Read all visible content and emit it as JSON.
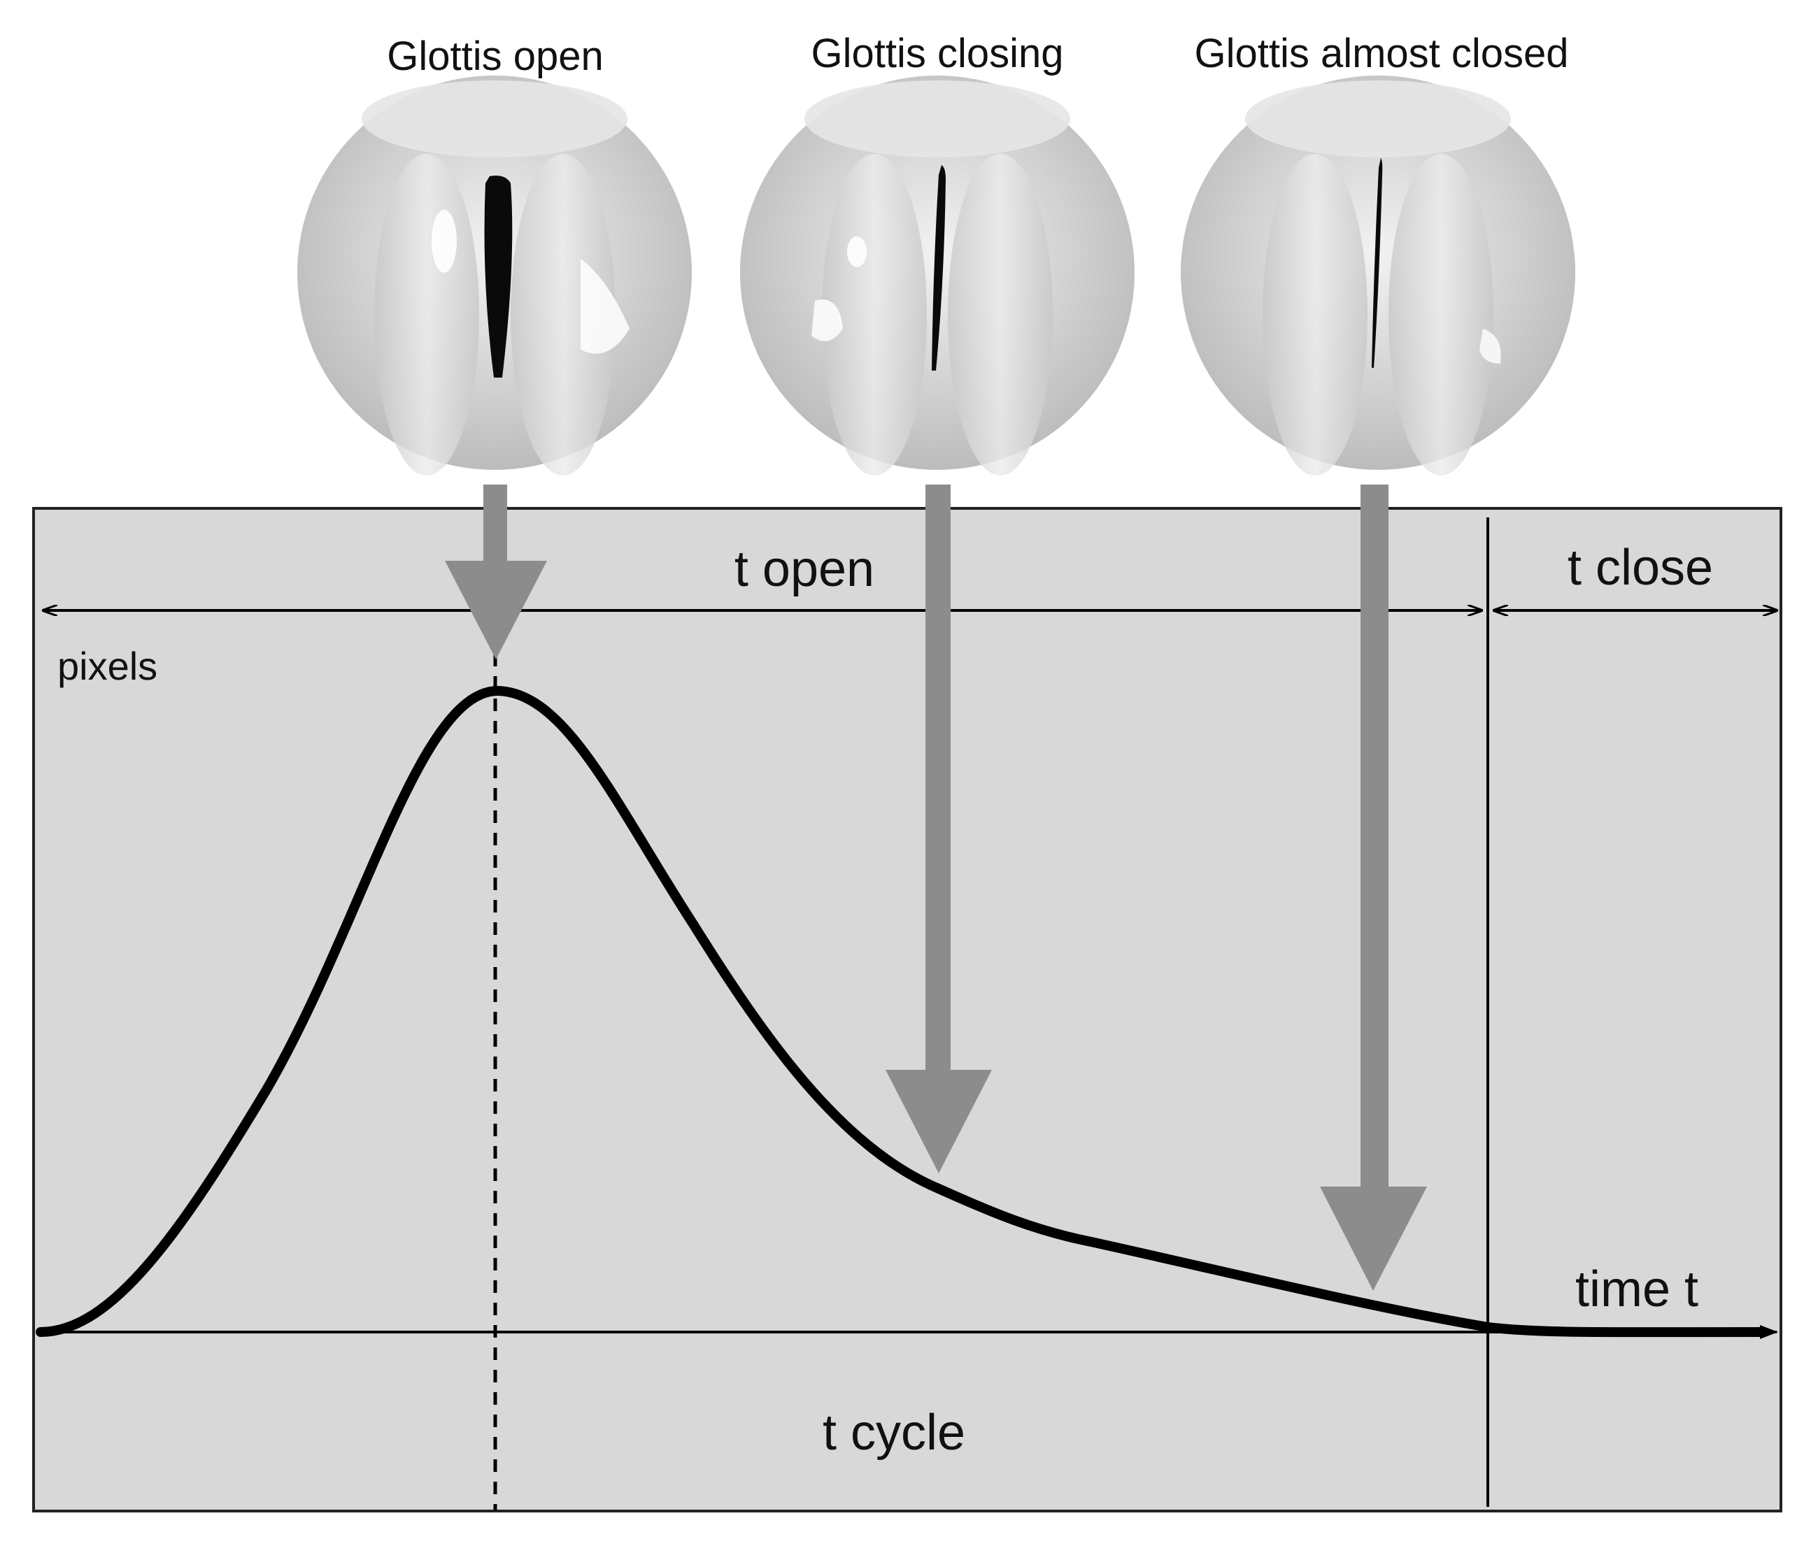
{
  "frames": [
    {
      "label": "Glottis open",
      "slit": "wide"
    },
    {
      "label": "Glottis closing",
      "slit": "medium"
    },
    {
      "label": "Glottis almost closed",
      "slit": "thin"
    }
  ],
  "axes": {
    "y_label": "pixels",
    "x_label": "time t"
  },
  "intervals": {
    "open_label": "t open",
    "close_label": "t close",
    "cycle_label": "t cycle"
  },
  "colors": {
    "panel": "#d8d8d8",
    "arrow": "#8c8c8c",
    "curve": "#000000"
  }
}
